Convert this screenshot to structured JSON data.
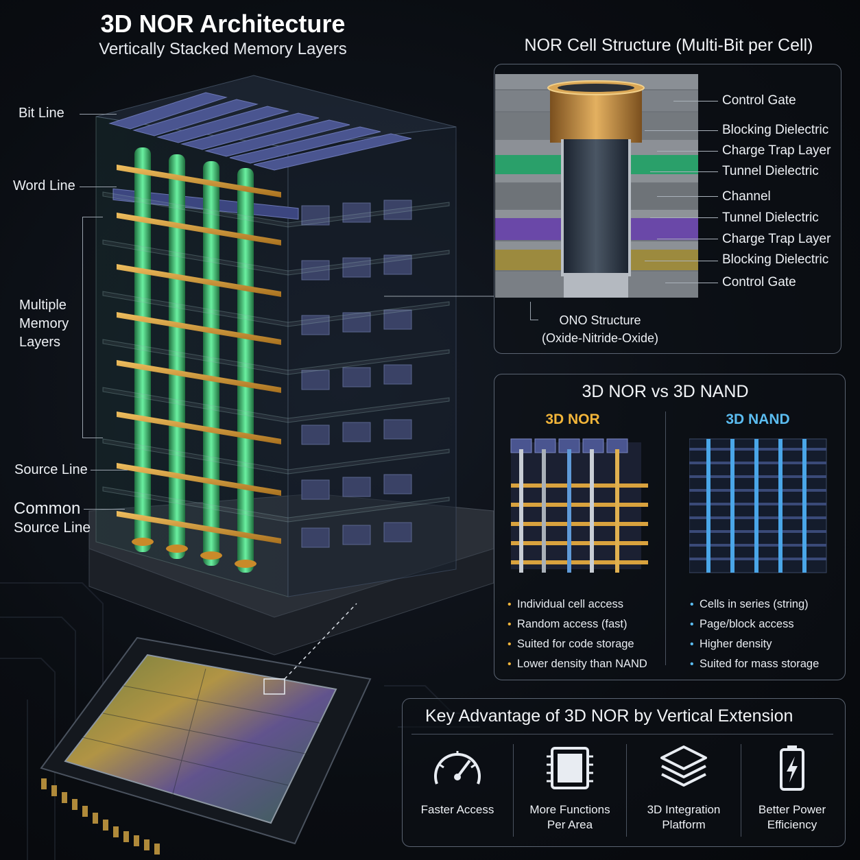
{
  "header": {
    "title": "3D NOR Architecture",
    "subtitle": "Vertically Stacked Memory Layers"
  },
  "stack_labels": {
    "bit_line": "Bit Line",
    "word_line": "Word Line",
    "memory_layers": [
      "Multiple",
      "Memory",
      "Layers"
    ],
    "source_line": "Source Line",
    "common_source_line": [
      "Common",
      "Source Line"
    ]
  },
  "cell_structure": {
    "title": "NOR Cell Structure (Multi-Bit per Cell)",
    "labels": [
      "Control Gate",
      "Blocking Dielectric",
      "Charge Trap Layer",
      "Tunnel Dielectric",
      "Channel",
      "Tunnel Dielectric",
      "Charge Trap Layer",
      "Blocking Dielectric",
      "Control Gate"
    ],
    "ono_label": [
      "ONO Structure",
      "(Oxide-Nitride-Oxide)"
    ]
  },
  "comparison": {
    "title": "3D NOR vs 3D NAND",
    "nor": {
      "heading": "3D NOR",
      "color": "#f2b53a",
      "bullets": [
        "Individual cell access",
        "Random access (fast)",
        "Suited for code storage",
        "Lower density than NAND"
      ]
    },
    "nand": {
      "heading": "3D NAND",
      "color": "#5bbcf0",
      "bullets": [
        "Cells in series (string)",
        "Page/block access",
        "Higher density",
        "Suited for mass storage"
      ]
    }
  },
  "advantages": {
    "title": "Key Advantage of 3D NOR by Vertical Extension",
    "items": [
      {
        "icon": "speedometer-icon",
        "label": "Faster Access"
      },
      {
        "icon": "chip-icon",
        "label": "More Functions\nPer Area"
      },
      {
        "icon": "layers-icon",
        "label": "3D Integration\nPlatform"
      },
      {
        "icon": "battery-bolt-icon",
        "label": "Better Power\nEfficiency"
      }
    ]
  },
  "colors": {
    "gold": "#d99a3a",
    "green_glow": "#3fd27a",
    "bitline_blue": "#4a5590",
    "nor_accent": "#f2b53a",
    "nand_accent": "#5bbcf0"
  }
}
